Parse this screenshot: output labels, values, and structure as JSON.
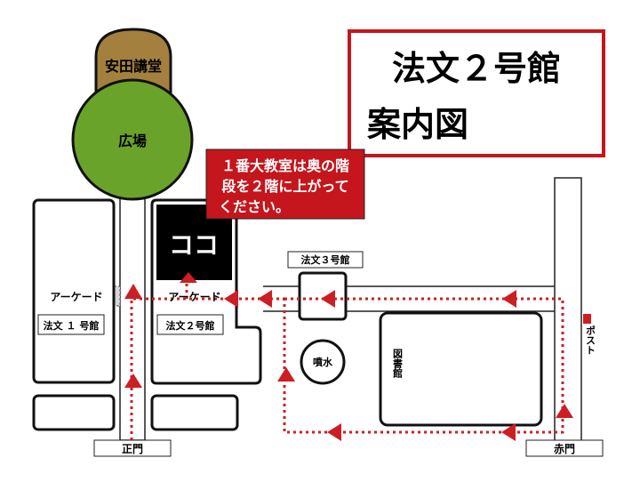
{
  "title": {
    "line1": "法文２号館",
    "line2": "案内図"
  },
  "notice": {
    "line1": "１番大教室は奥の階",
    "line2": "段を２階に上がって",
    "line3": "ください。"
  },
  "buildings": {
    "yasuda": "安田講堂",
    "plaza": "広場",
    "here": "ココ",
    "hobun1": "法文 １ 号館",
    "hobun2": "法文２号館",
    "hobun3": "法文３号館",
    "library": "図書館",
    "fountain": "噴水"
  },
  "arcade": {
    "left": "アーケード",
    "center": "アーケード"
  },
  "gates": {
    "main": "正門",
    "red": "赤門"
  },
  "post": "ポスト",
  "colors": {
    "route": "#cc1f24",
    "notice_bg": "#c4161c",
    "title_border": "#c4161c",
    "yasuda_fill": "#a4803e",
    "plaza_fill": "#6aa32a",
    "arcade_fill": "#d7d7d7",
    "here_fill": "#000000"
  }
}
